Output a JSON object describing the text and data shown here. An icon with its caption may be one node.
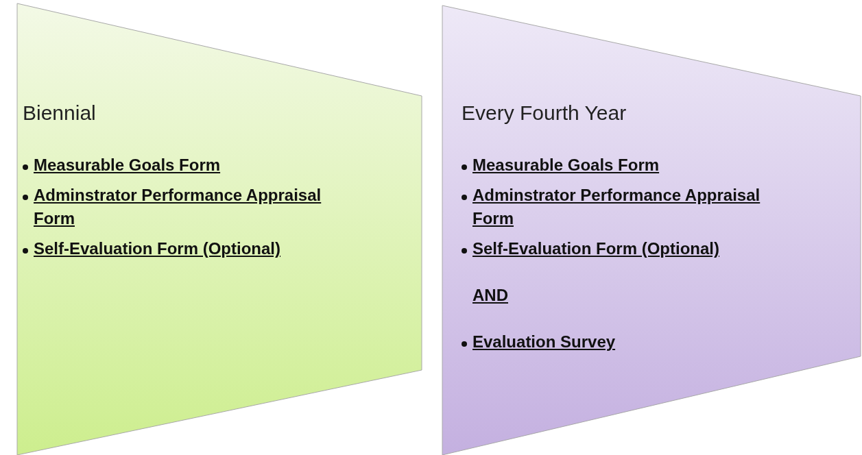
{
  "diagram": {
    "nodes": [
      {
        "text": [
          "Biennial",
          "Measurable Goals Form",
          "Adminstrator Performance Appraisal Form",
          "Self-Evaluation Form (Optional)"
        ]
      },
      {
        "text": [
          "Every Fourth Year",
          "Measurable Goals Form",
          "Adminstrator Performance Appraisal Form",
          "Self-Evaluation Form (Optional)",
          "AND",
          "Evaluation Survey"
        ]
      }
    ]
  }
}
